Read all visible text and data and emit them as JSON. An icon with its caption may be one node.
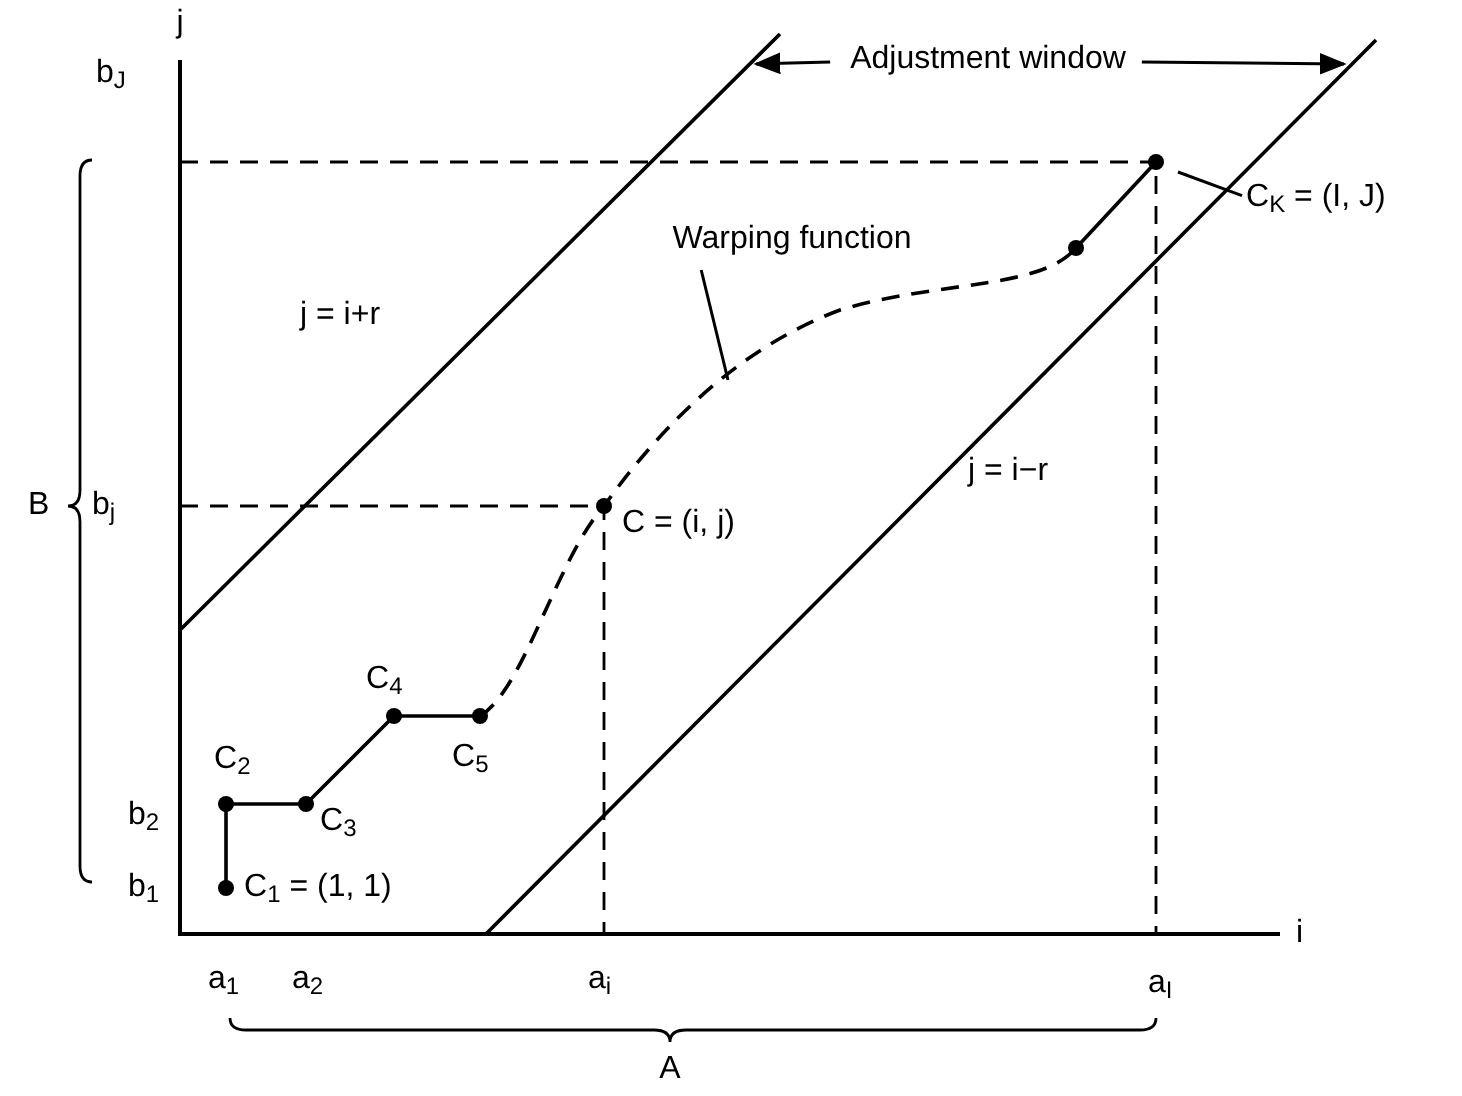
{
  "diagram": {
    "nodes": [
      {
        "text": [
          "Adjustment window"
        ]
      },
      {
        "text": [
          "Warping function"
        ]
      },
      {
        "text": [
          "C$_{K}$ = (I, J)"
        ]
      }
    ],
    "edges": [
      {
        "from": 0,
        "to": null,
        "arrow": "to"
      },
      {
        "from": 0,
        "to": null,
        "arrow": "to"
      },
      {
        "from": 1,
        "to": null,
        "arrow": "none"
      },
      {
        "from": 2,
        "to": null,
        "arrow": "none"
      }
    ],
    "labels": [
      "j",
      "b$_{J}$",
      "j = i+r",
      "B",
      "b$_{j}$",
      "C = (i, j)",
      "j = i−r",
      "C$_{4}$",
      "C$_{2}$",
      "C$_{5}$",
      "b$_{2}$",
      "C$_{3}$",
      "b$_{1}$",
      "C$_{1}$ = (1, 1)",
      "i",
      "a$_{1}$",
      "a$_{2}$",
      "a$_{i}$",
      "a$_{I}$",
      "A"
    ]
  }
}
